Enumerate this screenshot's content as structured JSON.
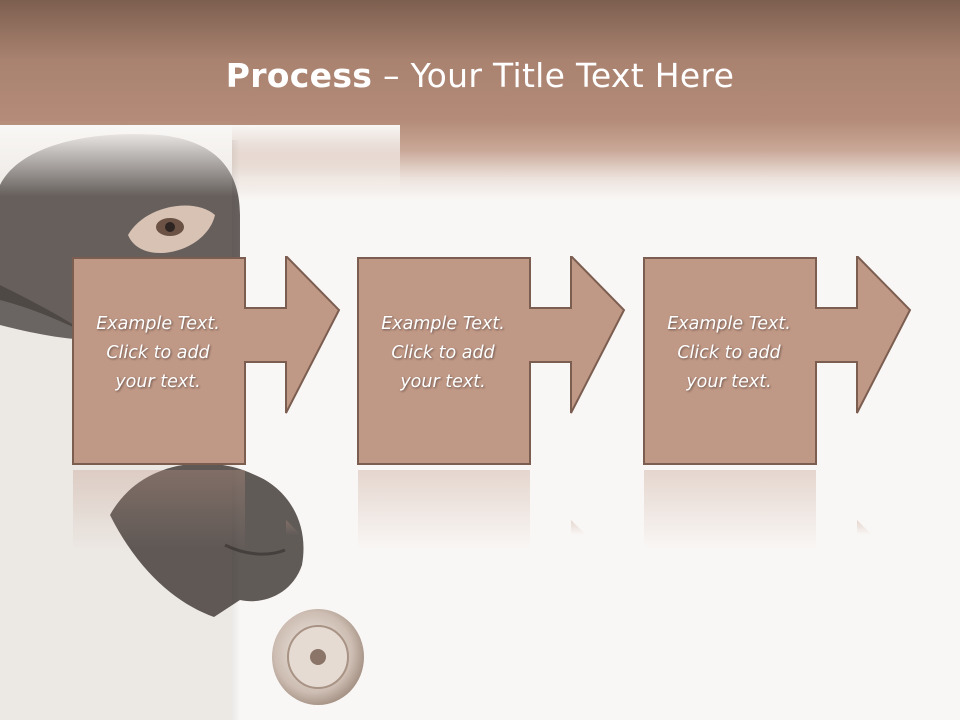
{
  "title": {
    "bold": "Process",
    "rest": " – Your Title Text Here"
  },
  "steps": [
    {
      "text": "Example Text.\nClick  to add\nyour text."
    },
    {
      "text": "Example Text.\nClick  to add\nyour text."
    },
    {
      "text": "Example Text.\nClick  to add\nyour text."
    }
  ],
  "colors": {
    "header_dark": "#7d5f4f",
    "header_light": "#b48b78",
    "box_fill": "#c09886",
    "box_border": "#7c5e51",
    "background": "#f9f7f5"
  }
}
